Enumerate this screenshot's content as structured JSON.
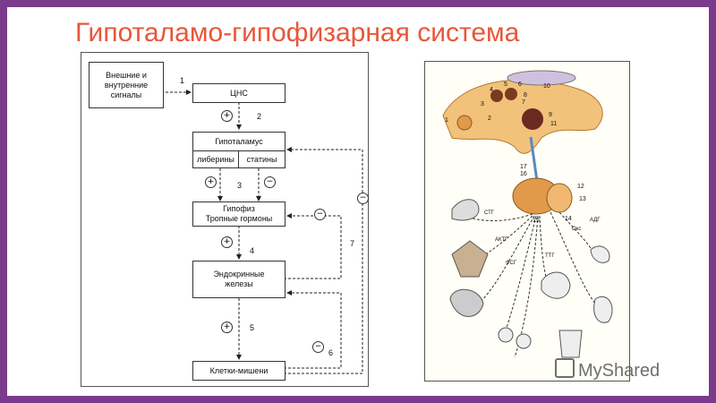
{
  "slide": {
    "title": "Гипоталамо-гипофизарная система"
  },
  "flowchart": {
    "nodes": {
      "signals": "Внешние и внутренние сигналы",
      "cns": "ЦНС",
      "hypothalamus": "Гипоталамус",
      "liberins": "либерины",
      "statins": "статины",
      "pituitary_line1": "Гипофиз",
      "pituitary_line2": "Тропные гормоны",
      "glands_line1": "Эндокринные",
      "glands_line2": "железы",
      "targets": "Клетки-мишени"
    },
    "numbers": {
      "n1": "1",
      "n2": "2",
      "n3": "3",
      "n4": "4",
      "n5": "5",
      "n6": "6",
      "n7": "7"
    },
    "signs": {
      "plus": "+",
      "minus": "−"
    }
  },
  "anatomy": {
    "labels": {
      "n1": "1",
      "n2": "2",
      "n3": "3",
      "n4": "4",
      "n5": "5",
      "n6": "6",
      "n7": "7",
      "n8": "8",
      "n9": "9",
      "n10": "10",
      "n11": "11",
      "n12": "12",
      "n13": "13",
      "n14": "14",
      "n15": "15",
      "n16": "16",
      "n17": "17"
    },
    "hormones": {
      "stg": "СТГ",
      "acth": "АКТГ",
      "fsg": "ФСГ",
      "ttg": "ТТГ",
      "adg": "АДГ",
      "ox": "Окс"
    }
  },
  "watermark": {
    "text": "MyShared"
  },
  "colors": {
    "frame": "#7b3b8c",
    "title": "#e8573a",
    "gland": "#e09a4a",
    "brain": "#f2c27a"
  }
}
